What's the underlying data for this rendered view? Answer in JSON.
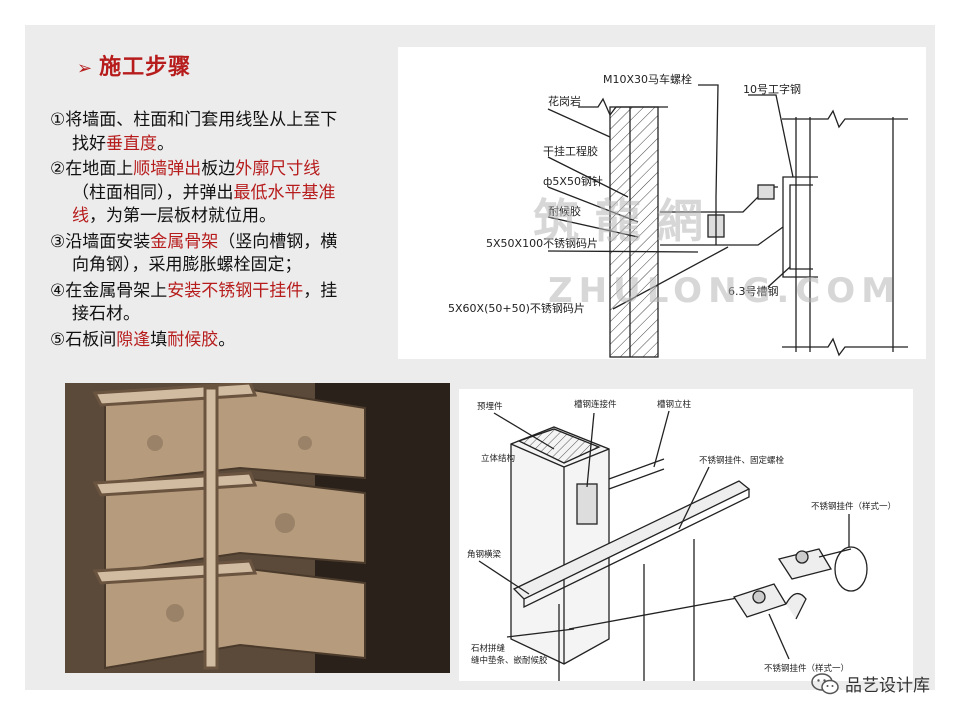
{
  "title": "施工步骤",
  "steps": [
    {
      "parts": [
        {
          "t": "①将墙面、柱面和门套用线坠从上至下"
        },
        {
          "t": "找好",
          "br": true
        },
        {
          "t": "垂直度",
          "hl": true
        },
        {
          "t": "。"
        }
      ]
    },
    {
      "parts": [
        {
          "t": "②在地面上"
        },
        {
          "t": "顺墙弹出",
          "hl": true
        },
        {
          "t": "板边"
        },
        {
          "t": "外廓尺寸线",
          "hl": true
        },
        {
          "t": "（柱面相同），并弹出",
          "br": true
        },
        {
          "t": "最低水平基准",
          "hl": true
        },
        {
          "t": "线",
          "hl": true,
          "br": true
        },
        {
          "t": "，为第一层板材就位用。"
        }
      ]
    },
    {
      "parts": [
        {
          "t": "③沿墙面安装"
        },
        {
          "t": "金属骨架",
          "hl": true
        },
        {
          "t": "（竖向槽钢，横"
        },
        {
          "t": "向角钢），采用膨胀螺栓固定；",
          "br": true
        }
      ]
    },
    {
      "parts": [
        {
          "t": "④在金属骨架上"
        },
        {
          "t": "安装不锈钢干挂件",
          "hl": true
        },
        {
          "t": "，挂"
        },
        {
          "t": "接石材。",
          "br": true
        }
      ]
    },
    {
      "parts": [
        {
          "t": "⑤石板间"
        },
        {
          "t": "隙逢",
          "hl": true
        },
        {
          "t": "填"
        },
        {
          "t": "耐候胶",
          "hl": true
        },
        {
          "t": "。"
        }
      ]
    }
  ],
  "diagram_top": {
    "labels": {
      "bolt": "M10X30马车螺栓",
      "beam": "10号工字钢",
      "granite": "花岗岩",
      "glue": "干挂工程胶",
      "pin": "ф5X50钢针",
      "resin": "耐候胶",
      "plate1": "5X50X100不锈钢码片",
      "channel": "6.3号槽钢",
      "plate2": "5X60X(50+50)不锈钢码片"
    },
    "watermark_cn": "筑  龍  網",
    "watermark_en": "ZHULONG.COM"
  },
  "diagram_bottom": {
    "labels": {
      "embedded": "预埋件",
      "channel_conn": "槽钢连接件",
      "channel_col": "槽钢立柱",
      "structure": "立体结构",
      "hanger_bolt": "不锈钢挂件、固定螺栓",
      "hanger1": "不锈钢挂件（样式一）",
      "angle_beam": "角钢横梁",
      "stone_joint1": "石材拼缝",
      "stone_joint2": "缝中垫条、嵌耐候胶",
      "hanger2": "不锈钢挂件（样式一）"
    }
  },
  "footer": {
    "brand": "品艺设计库"
  }
}
